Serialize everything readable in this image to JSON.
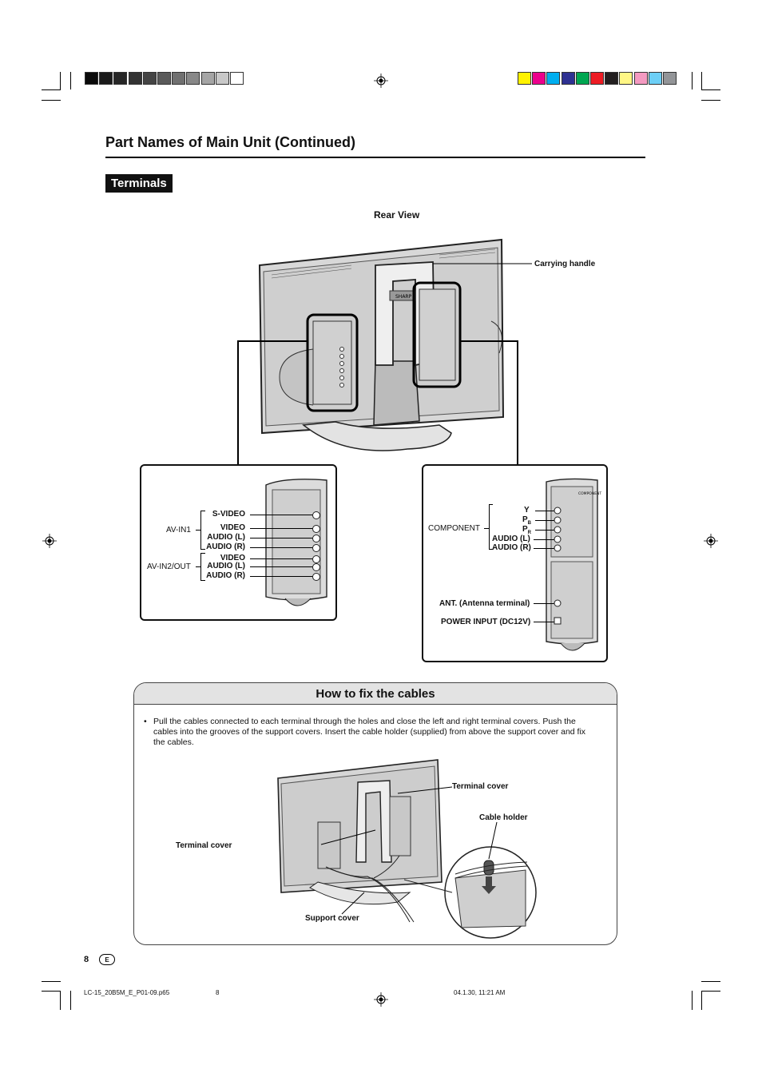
{
  "swatches": {
    "grays": [
      "#0a0a0a",
      "#1a1a1a",
      "#262626",
      "#333333",
      "#444444",
      "#5a5a5a",
      "#707070",
      "#888888",
      "#a5a5a5",
      "#c8c8c8",
      "#ffffff"
    ],
    "colors": [
      "#fff200",
      "#ec008c",
      "#00aeef",
      "#2e3192",
      "#00a651",
      "#ed1c24",
      "#231f20",
      "#fff685",
      "#f49ac1",
      "#6dcff6",
      "#939598"
    ]
  },
  "header": {
    "title": "Part Names of Main Unit (Continued)"
  },
  "section": {
    "label": "Terminals"
  },
  "rear_view": {
    "caption": "Rear View",
    "carrying_handle": "Carrying handle",
    "panel_text": "SHARP"
  },
  "left_panel": {
    "groups": [
      "AV-IN1",
      "AV-IN2/OUT"
    ],
    "terminals": [
      "S-VIDEO",
      "VIDEO",
      "AUDIO (L)",
      "AUDIO (R)",
      "VIDEO",
      "AUDIO (L)",
      "AUDIO (R)"
    ]
  },
  "right_panel": {
    "group": "COMPONENT",
    "y": "Y",
    "pb_main": "P",
    "pb_sub": "B",
    "pr_main": "P",
    "pr_sub": "R",
    "audio_l": "AUDIO (L)",
    "audio_r": "AUDIO (R)",
    "antenna": "ANT. (Antenna terminal)",
    "power": "POWER INPUT (DC12V)",
    "panel_text": "COMPONENT"
  },
  "how_to": {
    "heading": "How to fix the cables",
    "bullet": "•",
    "text": "Pull the cables connected to each terminal through the holes and close the left and right terminal covers. Push the cables into the grooves of the support covers. Insert the cable holder (supplied) from above the support cover and fix the cables.",
    "terminal_cover_right": "Terminal cover",
    "terminal_cover_left": "Terminal cover",
    "cable_holder": "Cable holder",
    "support_cover": "Support cover"
  },
  "footer": {
    "page_number": "8",
    "lang_badge": "E",
    "file": "LC-15_20B5M_E_P01-09.p65",
    "file_page": "8",
    "timestamp": "04.1.30, 11:21 AM"
  }
}
